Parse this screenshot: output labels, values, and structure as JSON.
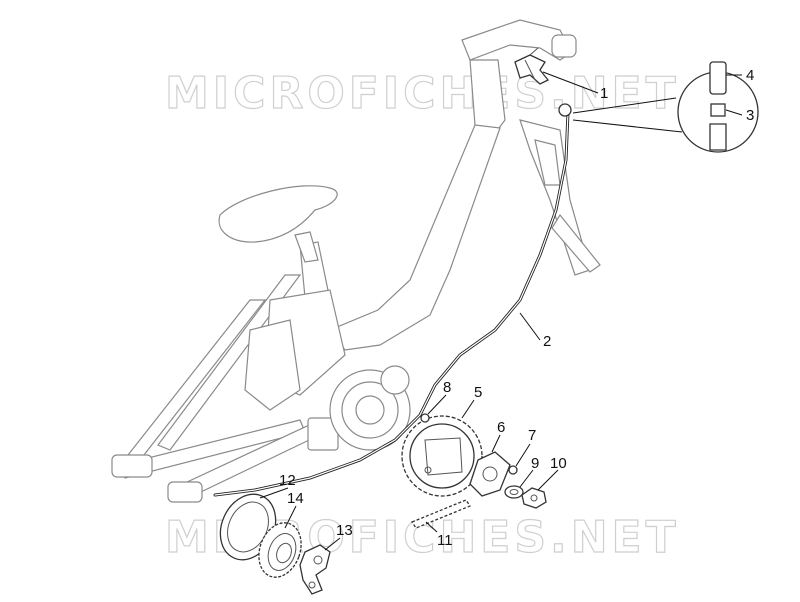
{
  "watermarks": [
    "MICROFICHES.NET",
    "MICROFICHES.NET"
  ],
  "callouts": [
    "1",
    "2",
    "3",
    "4",
    "5",
    "6",
    "7",
    "8",
    "9",
    "10",
    "11",
    "12",
    "13",
    "14"
  ]
}
